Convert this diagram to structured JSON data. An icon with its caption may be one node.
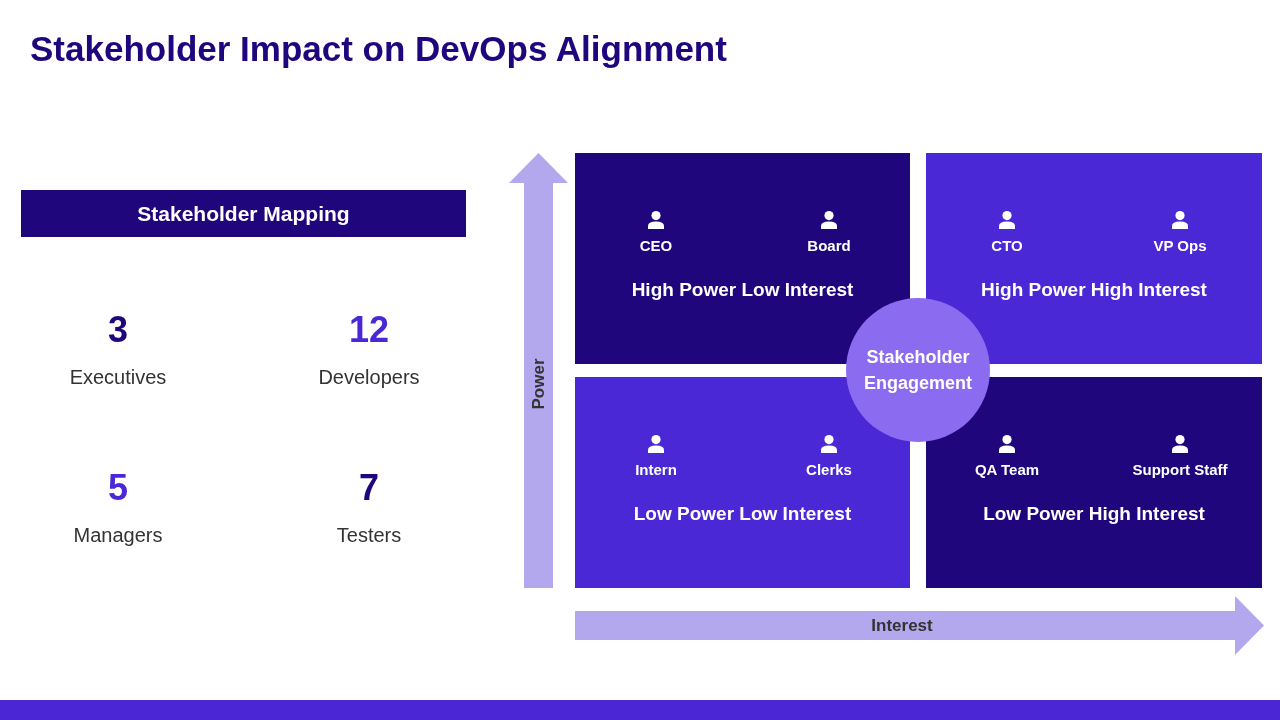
{
  "diagram": {
    "title": "Stakeholder Impact on DevOps Alignment",
    "nodes": [
      {
        "text": [
          "Stakeholder Mapping"
        ]
      },
      {
        "text": [
          "CEO",
          "Board",
          "High Power Low Interest"
        ]
      },
      {
        "text": [
          "CTO",
          "VP Ops",
          "High Power High Interest"
        ]
      },
      {
        "text": [
          "Stakeholder Engagement"
        ]
      },
      {
        "text": [
          "Intern",
          "Clerks",
          "Low Power Low Interest"
        ]
      },
      {
        "text": [
          "QA Team",
          "Support Staff",
          "Low Power High Interest"
        ]
      }
    ],
    "labels": [
      "3",
      "Executives",
      "12",
      "Developers",
      "5",
      "Managers",
      "7",
      "Testers",
      "Power",
      "Interest"
    ]
  }
}
